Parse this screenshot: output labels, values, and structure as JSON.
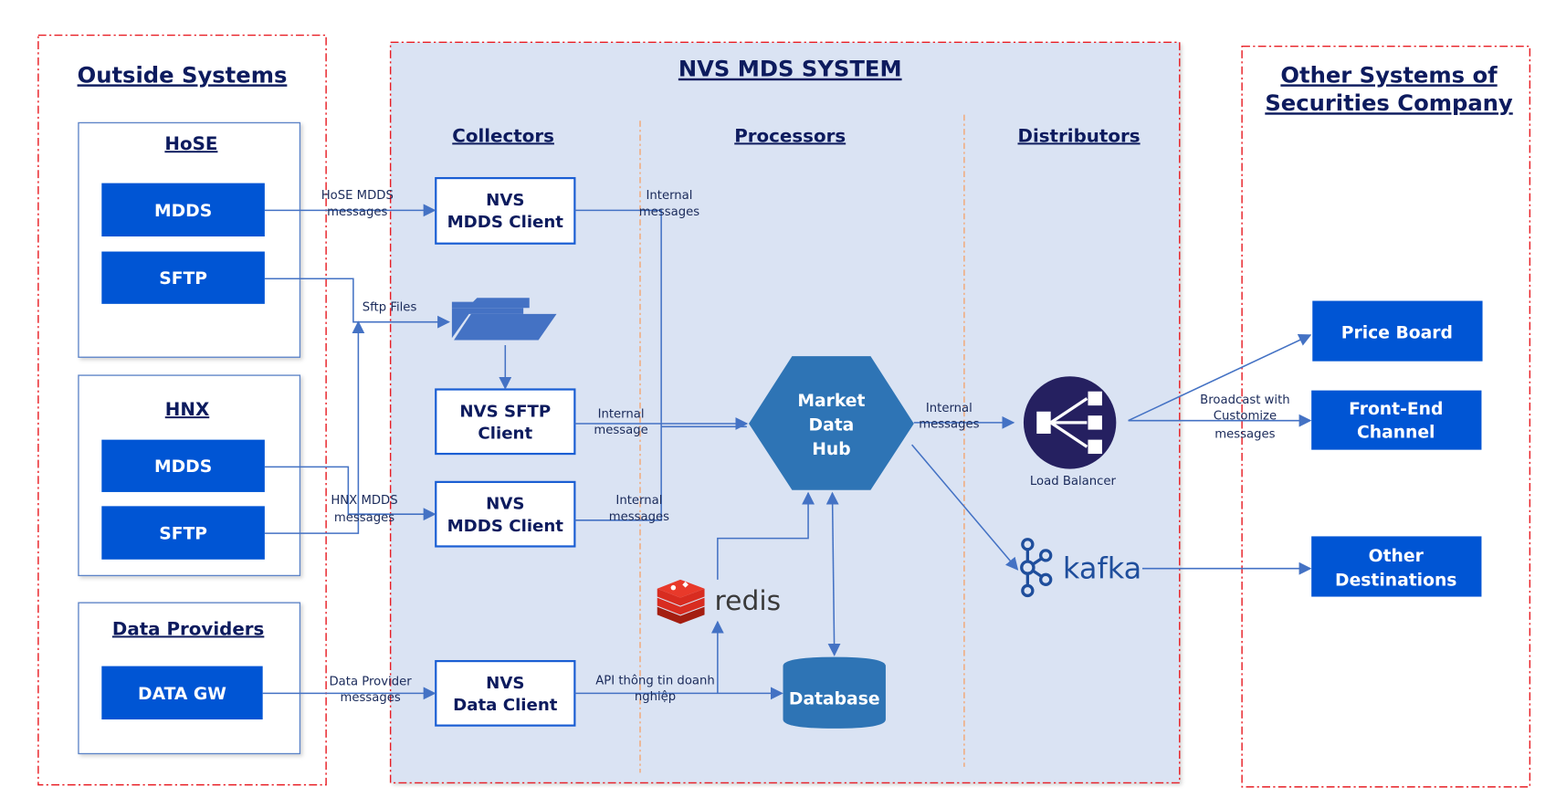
{
  "sections": {
    "outside": {
      "title": "Outside Systems"
    },
    "mds": {
      "title": "NVS MDS SYSTEM",
      "columns": [
        "Collectors",
        "Processors",
        "Distributors"
      ]
    },
    "other": {
      "title_line1": "Other Systems of",
      "title_line2": "Securities Company"
    }
  },
  "outside_groups": [
    {
      "name": "HoSE",
      "items": [
        "MDDS",
        "SFTP"
      ]
    },
    {
      "name": "HNX",
      "items": [
        "MDDS",
        "SFTP"
      ]
    },
    {
      "name": "Data Providers",
      "items": [
        "DATA GW"
      ]
    }
  ],
  "collectors": [
    {
      "line1": "NVS",
      "line2": "MDDS Client"
    },
    {
      "line1": "NVS SFTP",
      "line2": "Client"
    },
    {
      "line1": "NVS",
      "line2": "MDDS Client"
    },
    {
      "line1": "NVS",
      "line2": "Data Client"
    }
  ],
  "processors": {
    "hub": {
      "line1": "Market",
      "line2": "Data",
      "line3": "Hub"
    },
    "redis": "redis",
    "database": "Database"
  },
  "distributors": {
    "load_balancer": "Load Balancer",
    "kafka": "kafka"
  },
  "destinations": [
    {
      "line1": "Price Board",
      "line2": ""
    },
    {
      "line1": "Front-End",
      "line2": "Channel"
    },
    {
      "line1": "Other",
      "line2": "Destinations"
    }
  ],
  "edge_labels": {
    "hose_mdds": [
      "HoSE MDDS",
      "messages"
    ],
    "sftp_files": [
      "Sftp Files"
    ],
    "hnx_mdds": [
      "HNX MDDS",
      "messages"
    ],
    "data_provider": [
      "Data Provider",
      "messages"
    ],
    "internal_1": [
      "Internal",
      "messages"
    ],
    "internal_2": [
      "Internal",
      "message"
    ],
    "internal_3": [
      "Internal",
      "messages"
    ],
    "api": [
      "API thông tin doanh",
      "nghiệp"
    ],
    "hub_to_lb": [
      "Internal",
      "messages"
    ],
    "broadcast": [
      "Broadcast with",
      "Customize",
      "messages"
    ]
  },
  "colors": {
    "primary_blue": "#0055d4",
    "hub_blue": "#2e74b5",
    "navy": "#0d1b5e",
    "lb_navy": "#252060",
    "frame_red": "#e81e25",
    "mds_bg": "#dae3f3",
    "redis_red": "#d82c20"
  }
}
